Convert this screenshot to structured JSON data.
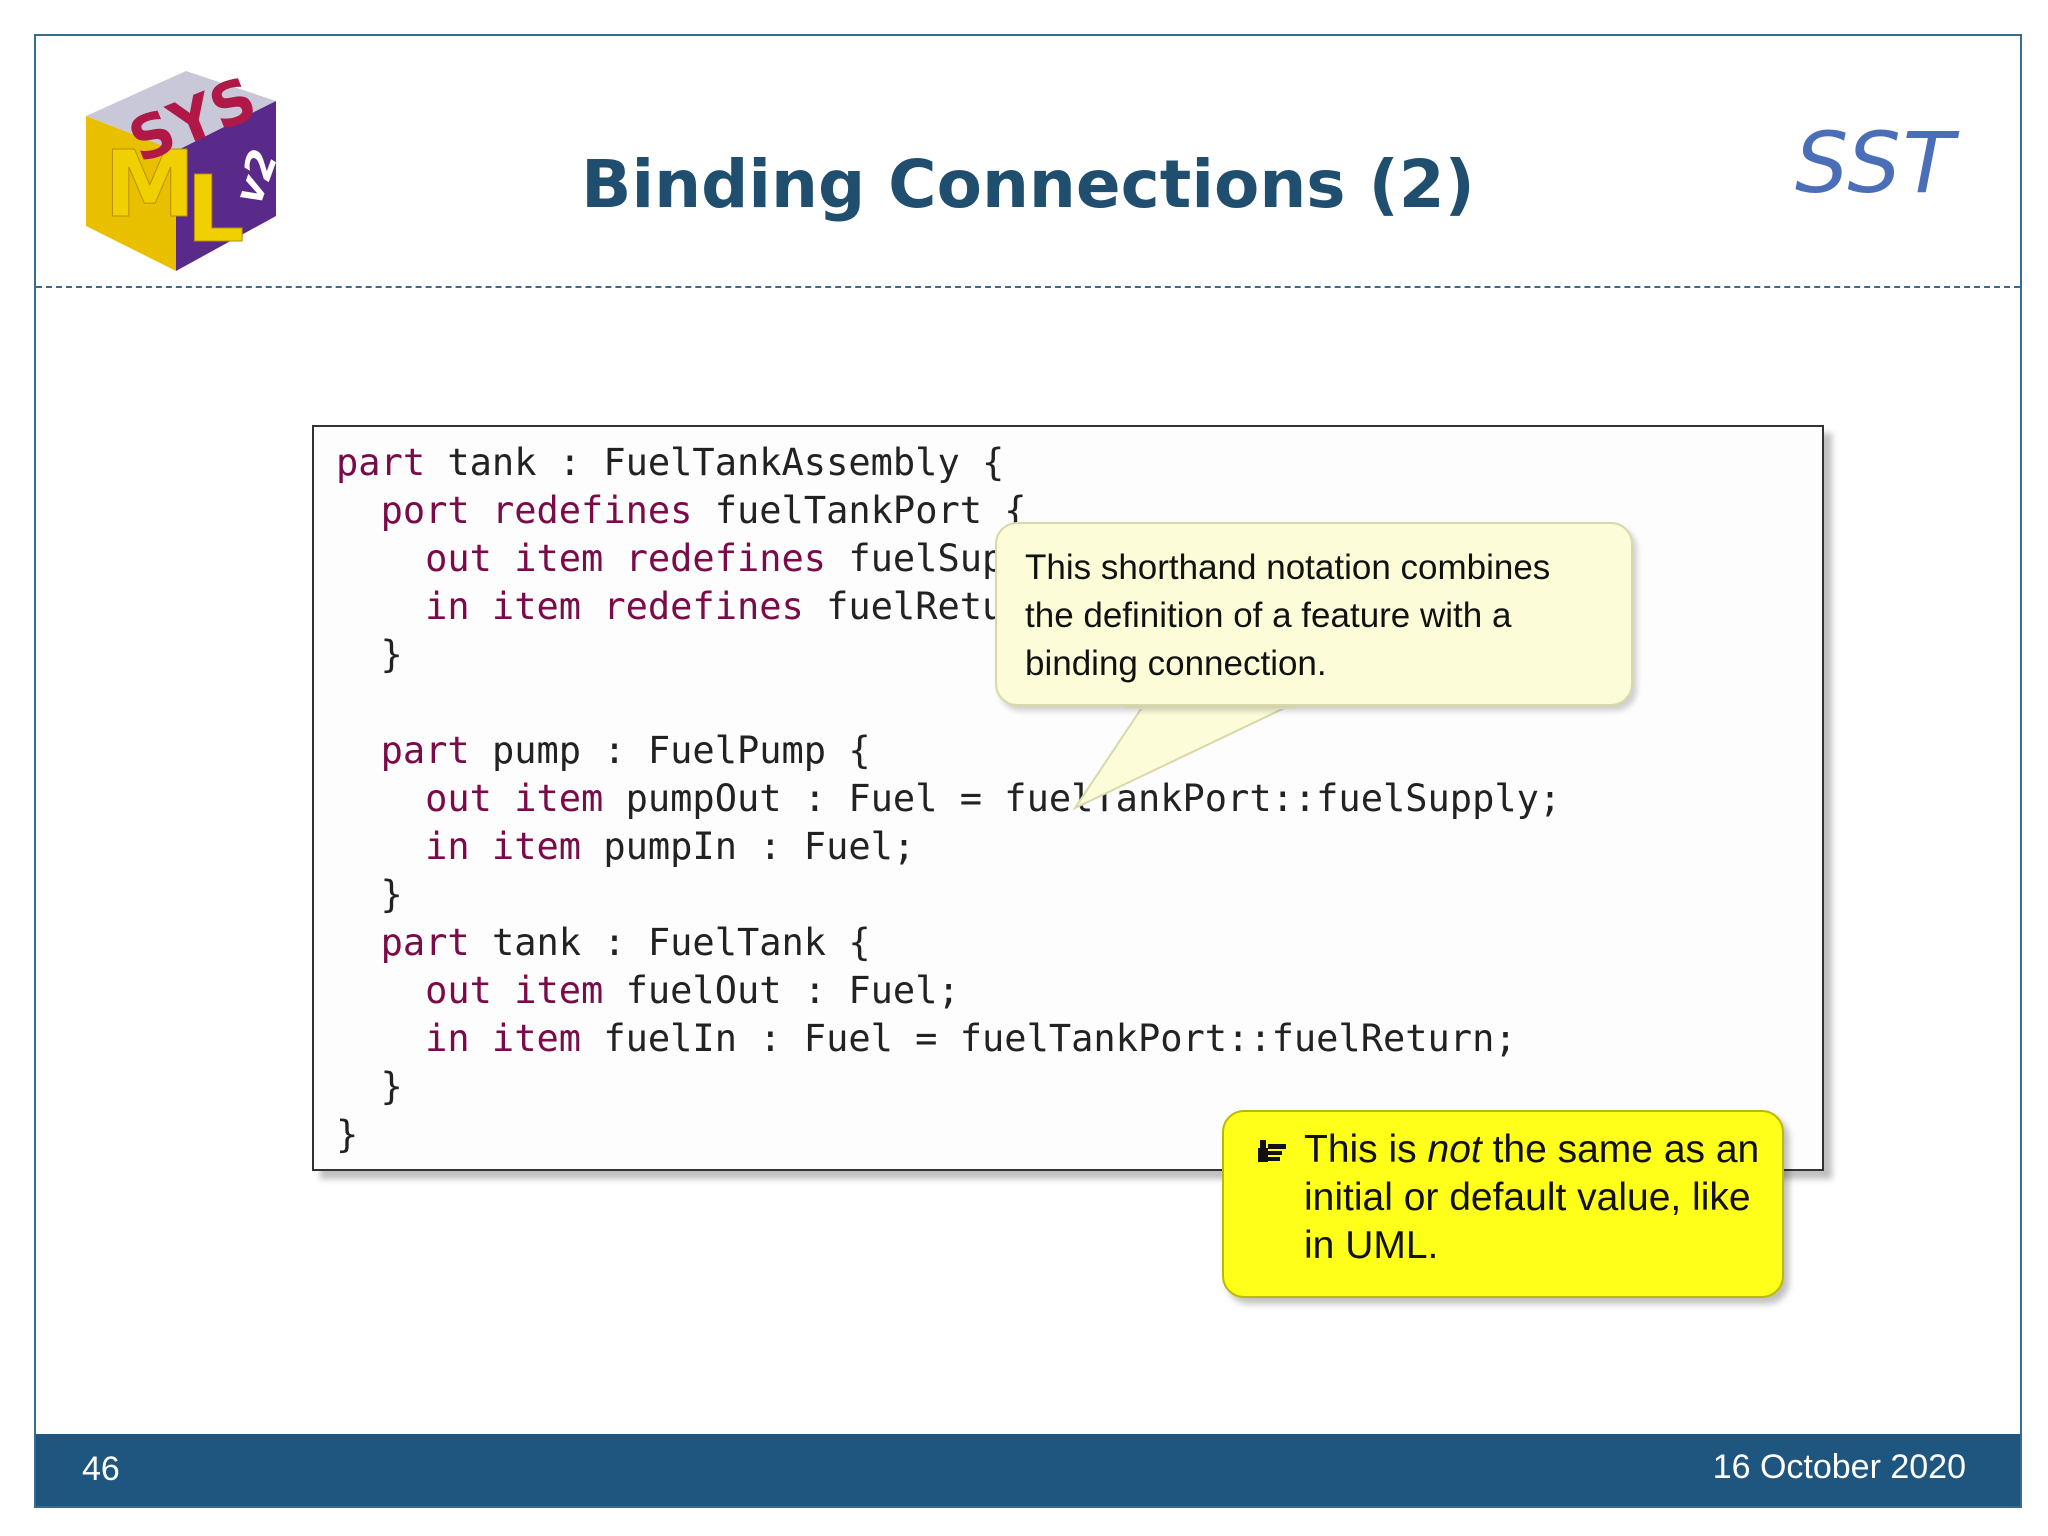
{
  "header": {
    "title": "Binding Connections (2)",
    "badge": "SST",
    "logo_alt": "SysML v2"
  },
  "code": {
    "lines": [
      [
        [
          "kw",
          "part"
        ],
        [
          "t",
          " tank : FuelTankAssembly {"
        ]
      ],
      [
        [
          "t",
          "  "
        ],
        [
          "kw",
          "port redefines"
        ],
        [
          "t",
          " fuelTankPort {"
        ]
      ],
      [
        [
          "t",
          "    "
        ],
        [
          "kw",
          "out item redefines"
        ],
        [
          "t",
          " fuelSupply;"
        ]
      ],
      [
        [
          "t",
          "    "
        ],
        [
          "kw",
          "in item redefines"
        ],
        [
          "t",
          " fuelReturn;"
        ]
      ],
      [
        [
          "t",
          "  }"
        ]
      ],
      [
        [
          "t",
          ""
        ]
      ],
      [
        [
          "t",
          "  "
        ],
        [
          "kw",
          "part"
        ],
        [
          "t",
          " pump : FuelPump {"
        ]
      ],
      [
        [
          "t",
          "    "
        ],
        [
          "kw",
          "out item"
        ],
        [
          "t",
          " pumpOut : Fuel = fuelTankPort::fuelSupply;"
        ]
      ],
      [
        [
          "t",
          "    "
        ],
        [
          "kw",
          "in item"
        ],
        [
          "t",
          " pumpIn : Fuel;"
        ]
      ],
      [
        [
          "t",
          "  }"
        ]
      ],
      [
        [
          "t",
          "  "
        ],
        [
          "kw",
          "part"
        ],
        [
          "t",
          " tank : FuelTank {"
        ]
      ],
      [
        [
          "t",
          "    "
        ],
        [
          "kw",
          "out item"
        ],
        [
          "t",
          " fuelOut : Fuel;"
        ]
      ],
      [
        [
          "t",
          "    "
        ],
        [
          "kw",
          "in item"
        ],
        [
          "t",
          " fuelIn : Fuel = fuelTankPort::fuelReturn;"
        ]
      ],
      [
        [
          "t",
          "  }"
        ]
      ],
      [
        [
          "t",
          "}"
        ]
      ]
    ]
  },
  "callouts": {
    "shorthand": "This shorthand notation combines the definition of a feature with a binding connection.",
    "note_pre": "This is ",
    "note_em": "not",
    "note_post": " the same as an initial or default value, like in UML."
  },
  "footer": {
    "page_number": "46",
    "date": "16 October 2020"
  },
  "colors": {
    "title": "#1f4e6e",
    "badge": "#4a6fb8",
    "footer": "#1f5680",
    "keyword": "#7a0a48",
    "callout_light": "#fdfcd8",
    "callout_yellow": "#ffff1a"
  }
}
